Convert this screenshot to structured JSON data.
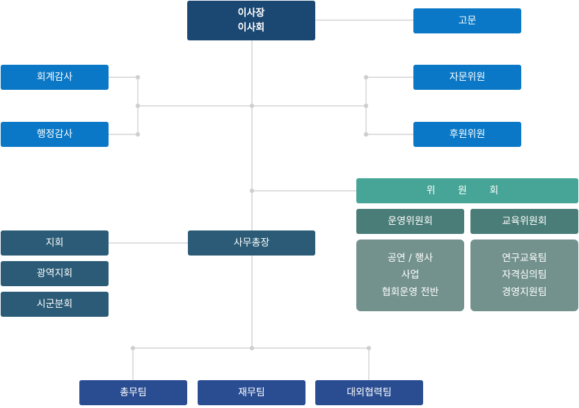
{
  "top": {
    "line1": "이사장",
    "line2": "이사회"
  },
  "advisor": "고문",
  "left_audit": [
    "회계감사",
    "행정감사"
  ],
  "right_committees": [
    "자문위원",
    "후원위원"
  ],
  "committee": {
    "title": "위 원 회",
    "subs": [
      {
        "name": "운영위원회",
        "items": [
          "공연 / 행사",
          "사업",
          "협회운영 전반"
        ]
      },
      {
        "name": "교육위원회",
        "items": [
          "연구교육팀",
          "자격심의팀",
          "경영지원팀"
        ]
      }
    ]
  },
  "secretary_general": "사무총장",
  "branches": [
    "지회",
    "광역지회",
    "시군분회"
  ],
  "teams": [
    "총무팀",
    "재무팀",
    "대외협력팀"
  ],
  "colors": {
    "navy": "#1a4872",
    "blue": "#0a78c6",
    "steel": "#2b5b76",
    "teal": "#46a596",
    "dark_teal": "#4a7d78",
    "grey_teal": "#73928d",
    "indigo": "#2a4d92",
    "connector": "#d4d4d4"
  }
}
